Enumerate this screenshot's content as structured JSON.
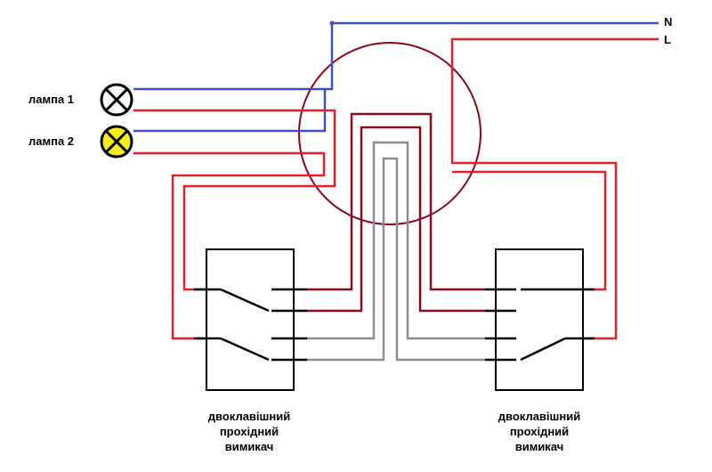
{
  "labels": {
    "neutral": "N",
    "line": "L",
    "lamp1": "лампа 1",
    "lamp2": "лампа 2"
  },
  "switch_captions": {
    "left": [
      "двоклавішний",
      "прохідний",
      "вимикач"
    ],
    "right": [
      "двоклавішний",
      "прохідний",
      "вимикач"
    ]
  },
  "colors": {
    "neutral_wire": "#4050c0",
    "phase_wire": "#e0202a",
    "traveler_dark": "#8b0a1e",
    "traveler_gray": "#8c8c8c",
    "junction_box": "#8b0a1e",
    "lamp2_fill": "#f5ee1a"
  },
  "icons": {
    "lamp": "lamp-x-icon",
    "switch": "two-way-switch-icon"
  }
}
